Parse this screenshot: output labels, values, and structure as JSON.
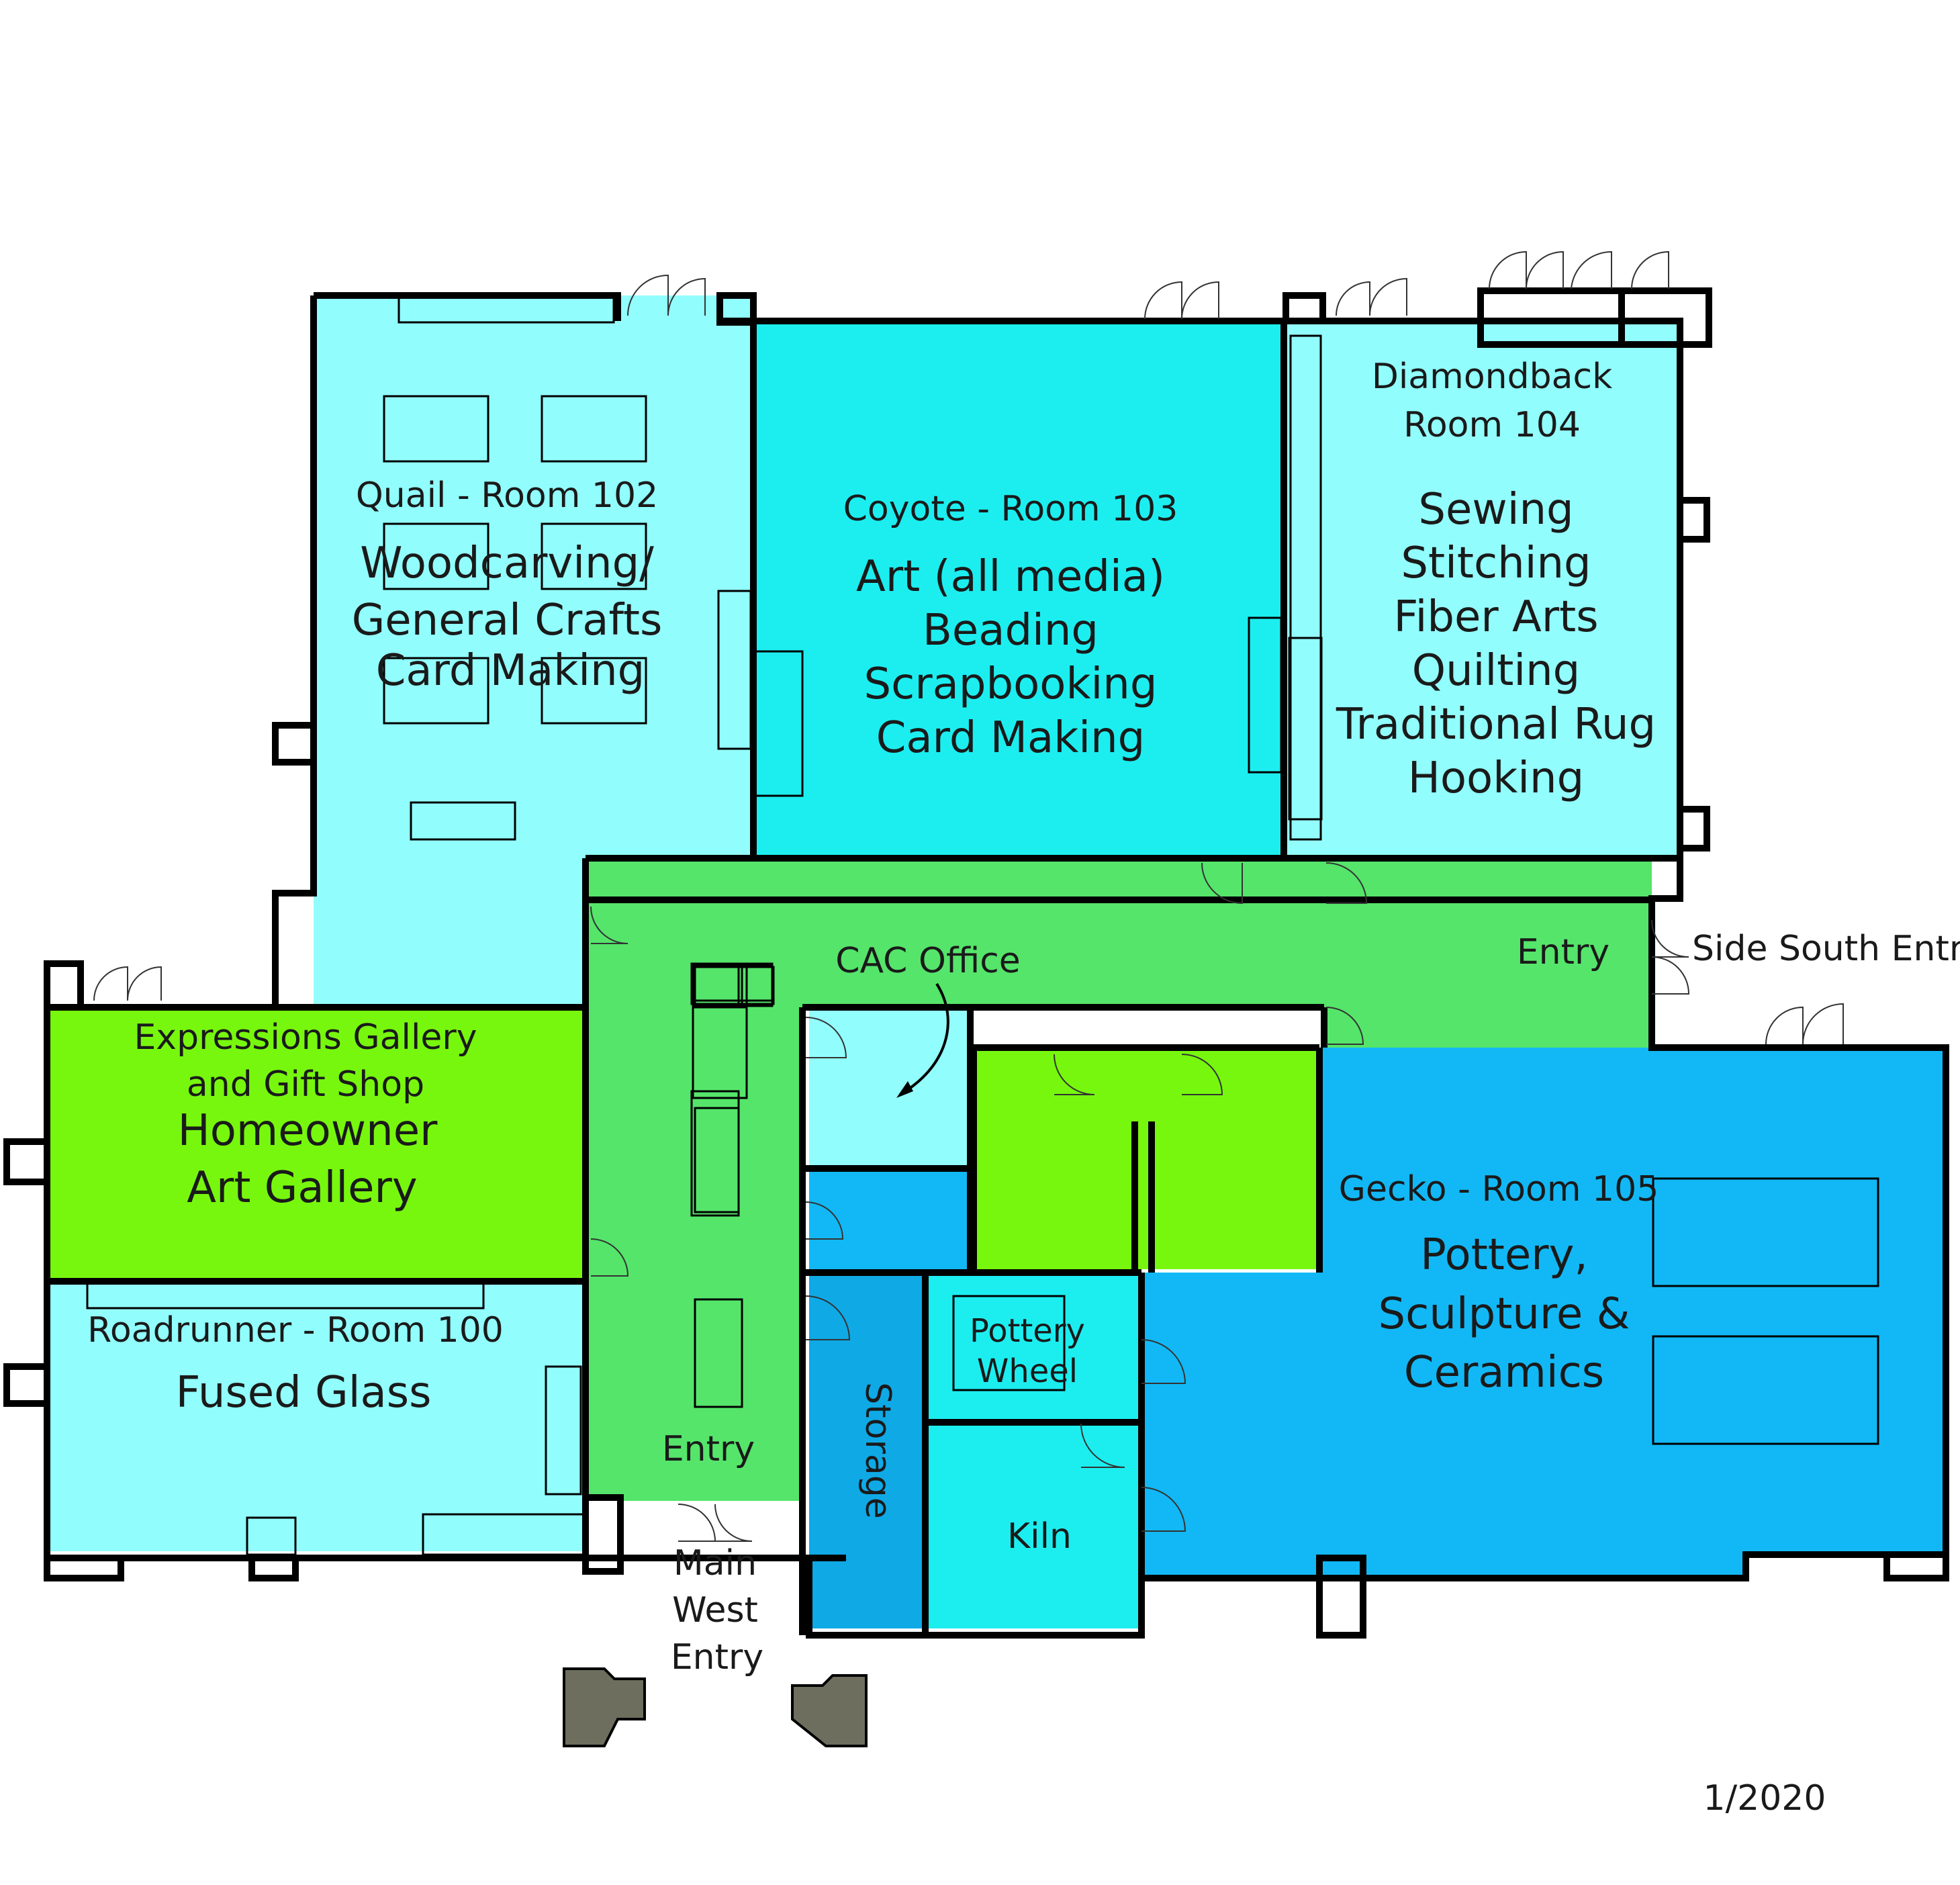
{
  "rooms": {
    "quail": {
      "name": "Quail - Room 102",
      "uses": [
        "Woodcarving/",
        "General Crafts",
        "Card Making"
      ]
    },
    "coyote": {
      "name": "Coyote - Room 103",
      "uses": [
        "Art (all media)",
        "Beading",
        "Scrapbooking",
        "Card Making"
      ]
    },
    "diamondback": {
      "name_lines": [
        "Diamondback",
        "Room 104"
      ],
      "uses": [
        "Sewing",
        "Stitching",
        "Fiber Arts",
        "Quilting",
        "Traditional Rug",
        "Hooking"
      ]
    },
    "expressions": {
      "name_lines": [
        "Expressions Gallery",
        "and Gift Shop"
      ],
      "uses": [
        "Homeowner",
        "Art Gallery"
      ]
    },
    "roadrunner": {
      "name": "Roadrunner - Room 100",
      "uses": [
        "Fused Glass"
      ]
    },
    "gecko": {
      "name": "Gecko - Room 105",
      "uses": [
        "Pottery,",
        "Sculpture &",
        "Ceramics"
      ]
    },
    "cac_office": "CAC Office",
    "entry_west_hall": "Entry",
    "entry_east_hall": "Entry",
    "storage": "Storage",
    "pottery_wheel": [
      "Pottery",
      "Wheel"
    ],
    "kiln": "Kiln"
  },
  "exterior": {
    "side_south_entry": "Side South Entry",
    "main_west_entry": [
      "Main",
      "West",
      "Entry"
    ]
  },
  "date": "1/2020",
  "colors": {
    "light_cyan": "#92fdfd",
    "cyan": "#1ceef0",
    "hall_green": "#55e56b",
    "gallery_green": "#77f70e",
    "blue": "#12b8f5",
    "storage_blue": "#0fa9e6",
    "restroom_green": "#77f70e"
  }
}
